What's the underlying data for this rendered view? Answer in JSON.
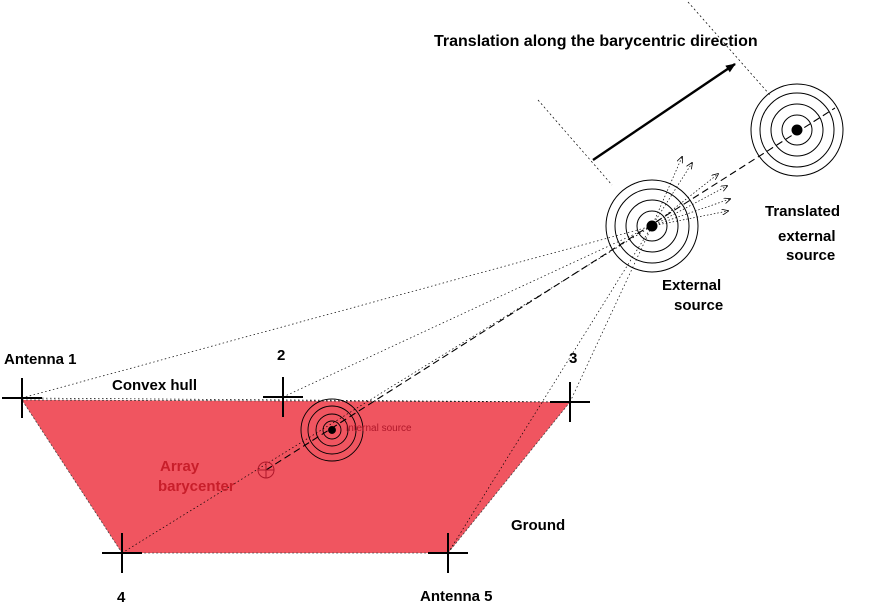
{
  "title": "Translation along the barycentric direction",
  "labels": {
    "antenna1": "Antenna 1",
    "antenna2": "2",
    "antenna3": "3",
    "antenna4": "4",
    "antenna5": "Antenna 5",
    "convex_hull": "Convex hull",
    "array_barycenter_line1": "Array",
    "array_barycenter_line2": "barycenter",
    "internal_source": "internal source",
    "external_source_line1": "External",
    "external_source_line2": "source",
    "translated_line1": "Translated",
    "translated_line2": "external",
    "translated_line3": "source",
    "ground": "Ground"
  },
  "colors": {
    "hull_fill": "#f05560",
    "barycenter_text": "#c81e2a",
    "internal_text": "#b0182a",
    "stroke": "#000000"
  }
}
